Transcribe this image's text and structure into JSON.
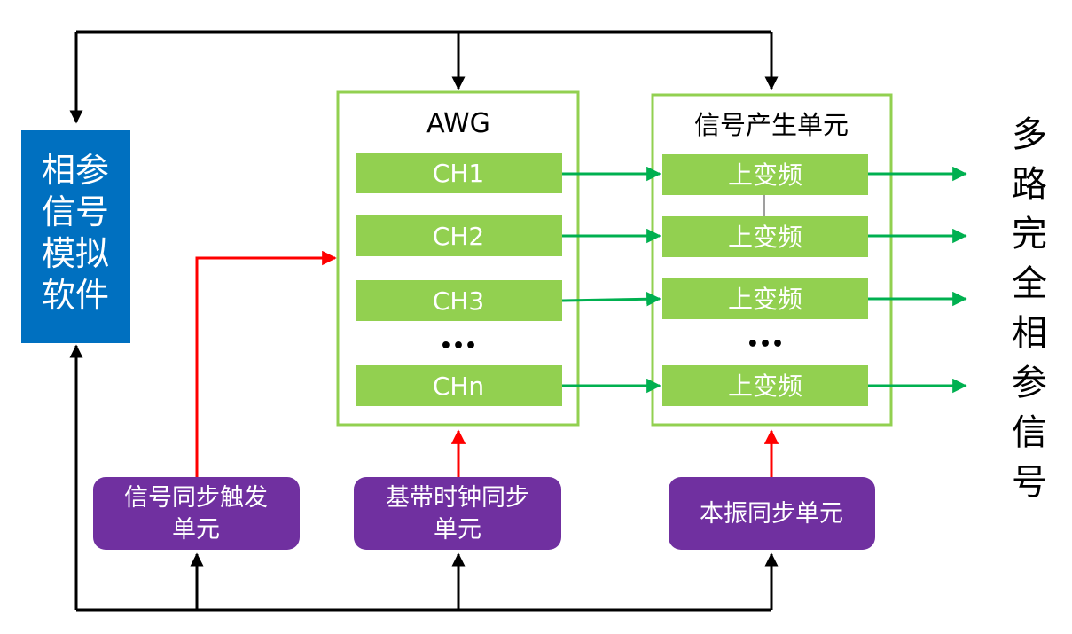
{
  "software": {
    "line1": "相参",
    "line2": "信号",
    "line3": "模拟",
    "line4": "软件"
  },
  "awg": {
    "title": "AWG",
    "channels": [
      "CH1",
      "CH2",
      "CH3",
      "CHn"
    ],
    "ellipsis": "•••"
  },
  "signal_unit": {
    "title": "信号产生单元",
    "upconverters": [
      "上变频",
      "上变频",
      "上变频",
      "上变频"
    ],
    "ellipsis": "•••"
  },
  "output_label": {
    "chars": [
      "多",
      "路",
      "完",
      "全",
      "相",
      "参",
      "信",
      "号"
    ]
  },
  "sync_units": {
    "trigger": {
      "line1": "信号同步触发",
      "line2": "单元"
    },
    "baseband_clock": {
      "line1": "基带时钟同步",
      "line2": "单元"
    },
    "local_oscillator": {
      "line1": "本振同步单元"
    }
  },
  "colors": {
    "software_box": "#0070C0",
    "module_border": "#92D050",
    "channel_fill": "#92D050",
    "sync_box": "#7030A0",
    "signal_arrow": "#00B050",
    "sync_arrow": "#FF0000",
    "control_line": "#000000"
  }
}
